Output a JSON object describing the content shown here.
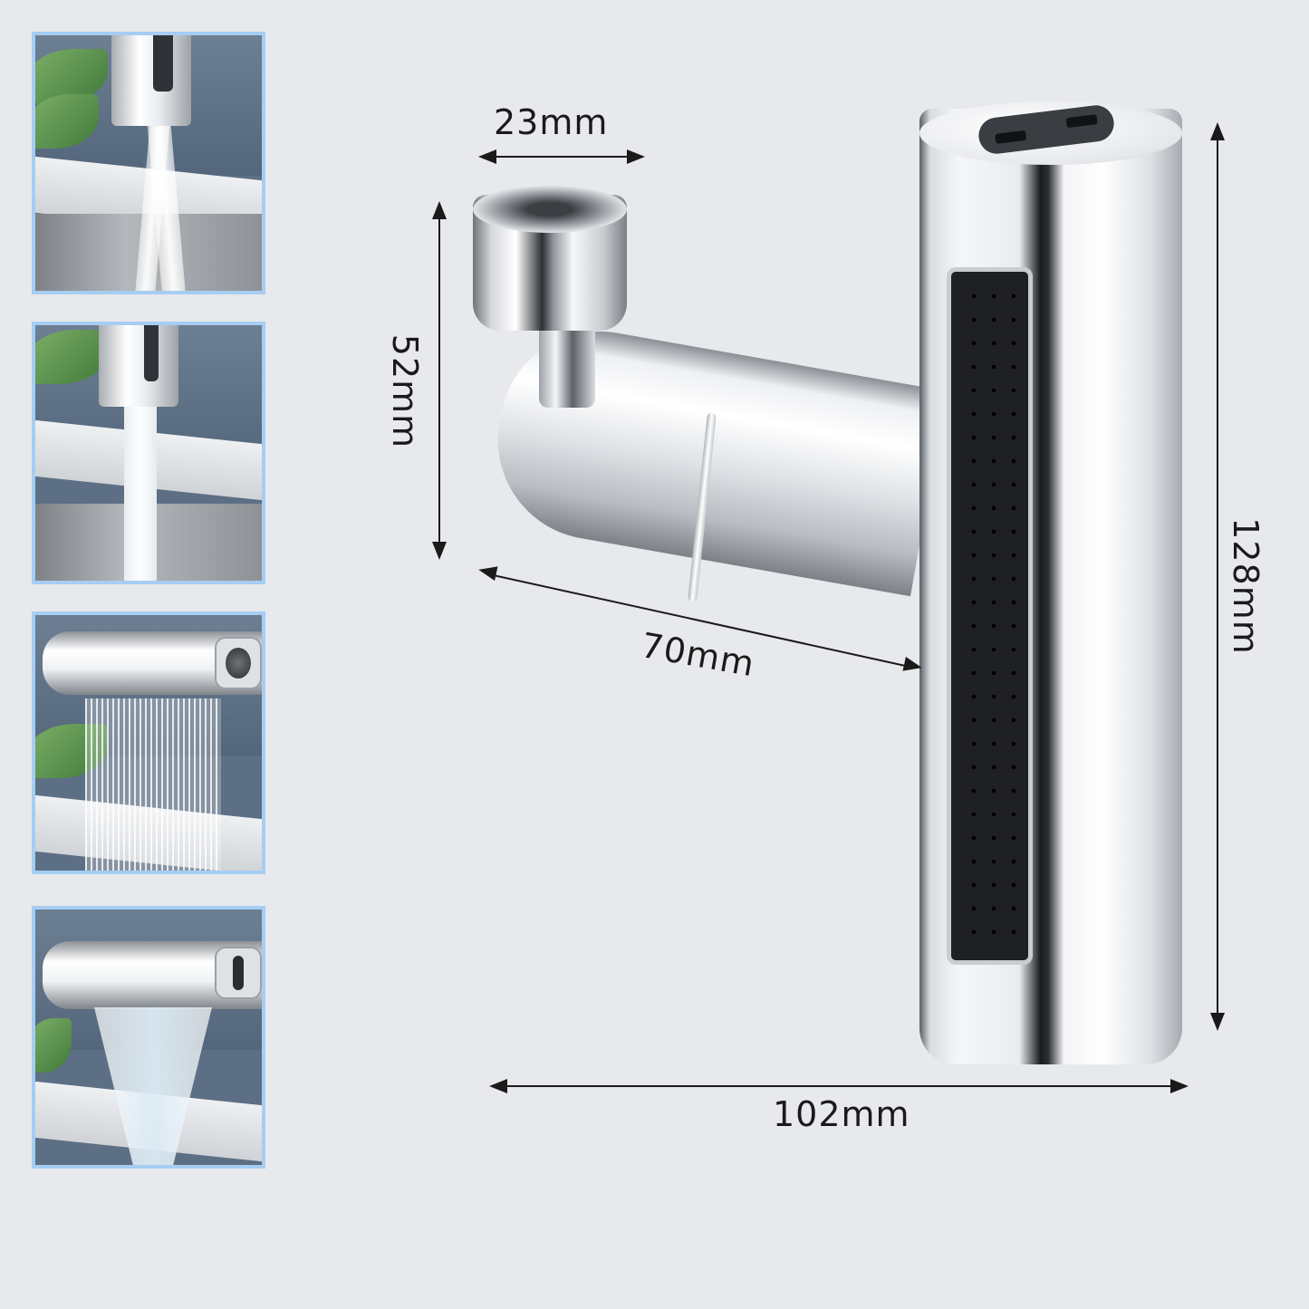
{
  "product": {
    "type": "faucet-dimension-diagram",
    "colors": {
      "background": "#e7e9ec",
      "thumbnail_border": "#a6cdf3",
      "text": "#1a1a1a"
    }
  },
  "thumbnails": [
    {
      "name": "split-spray-mode"
    },
    {
      "name": "column-stream-mode"
    },
    {
      "name": "rain-shower-mode"
    },
    {
      "name": "waterfall-mode"
    }
  ],
  "dimensions": {
    "aerator_width": "23mm",
    "spout_height": "52mm",
    "arm_length": "70mm",
    "total_height": "128mm",
    "total_width": "102mm"
  }
}
